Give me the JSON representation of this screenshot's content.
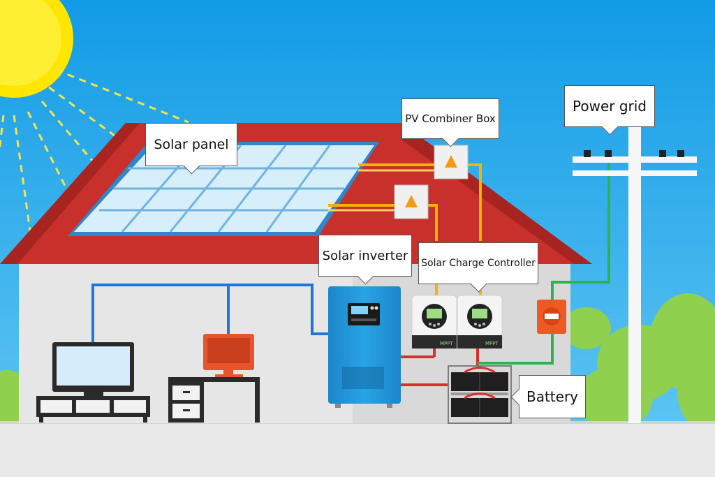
{
  "labels": {
    "solar_panel": "Solar panel",
    "combiner_box": "PV Combiner Box",
    "power_grid": "Power grid",
    "solar_inverter": "Solar inverter",
    "charge_controller": "Solar Charge Controller",
    "battery": "Battery"
  },
  "device_text": {
    "controller_left": "MPPT",
    "controller_right": "MPPT"
  },
  "colors": {
    "sky": "#1aa3e8",
    "roof": "#c9302c",
    "wall": "#e7e7e7",
    "pv_wire": "#f5b400",
    "grid_wire": "#2cb34a",
    "load_wire": "#1e78d8",
    "battery_wire": "#d9302c"
  }
}
